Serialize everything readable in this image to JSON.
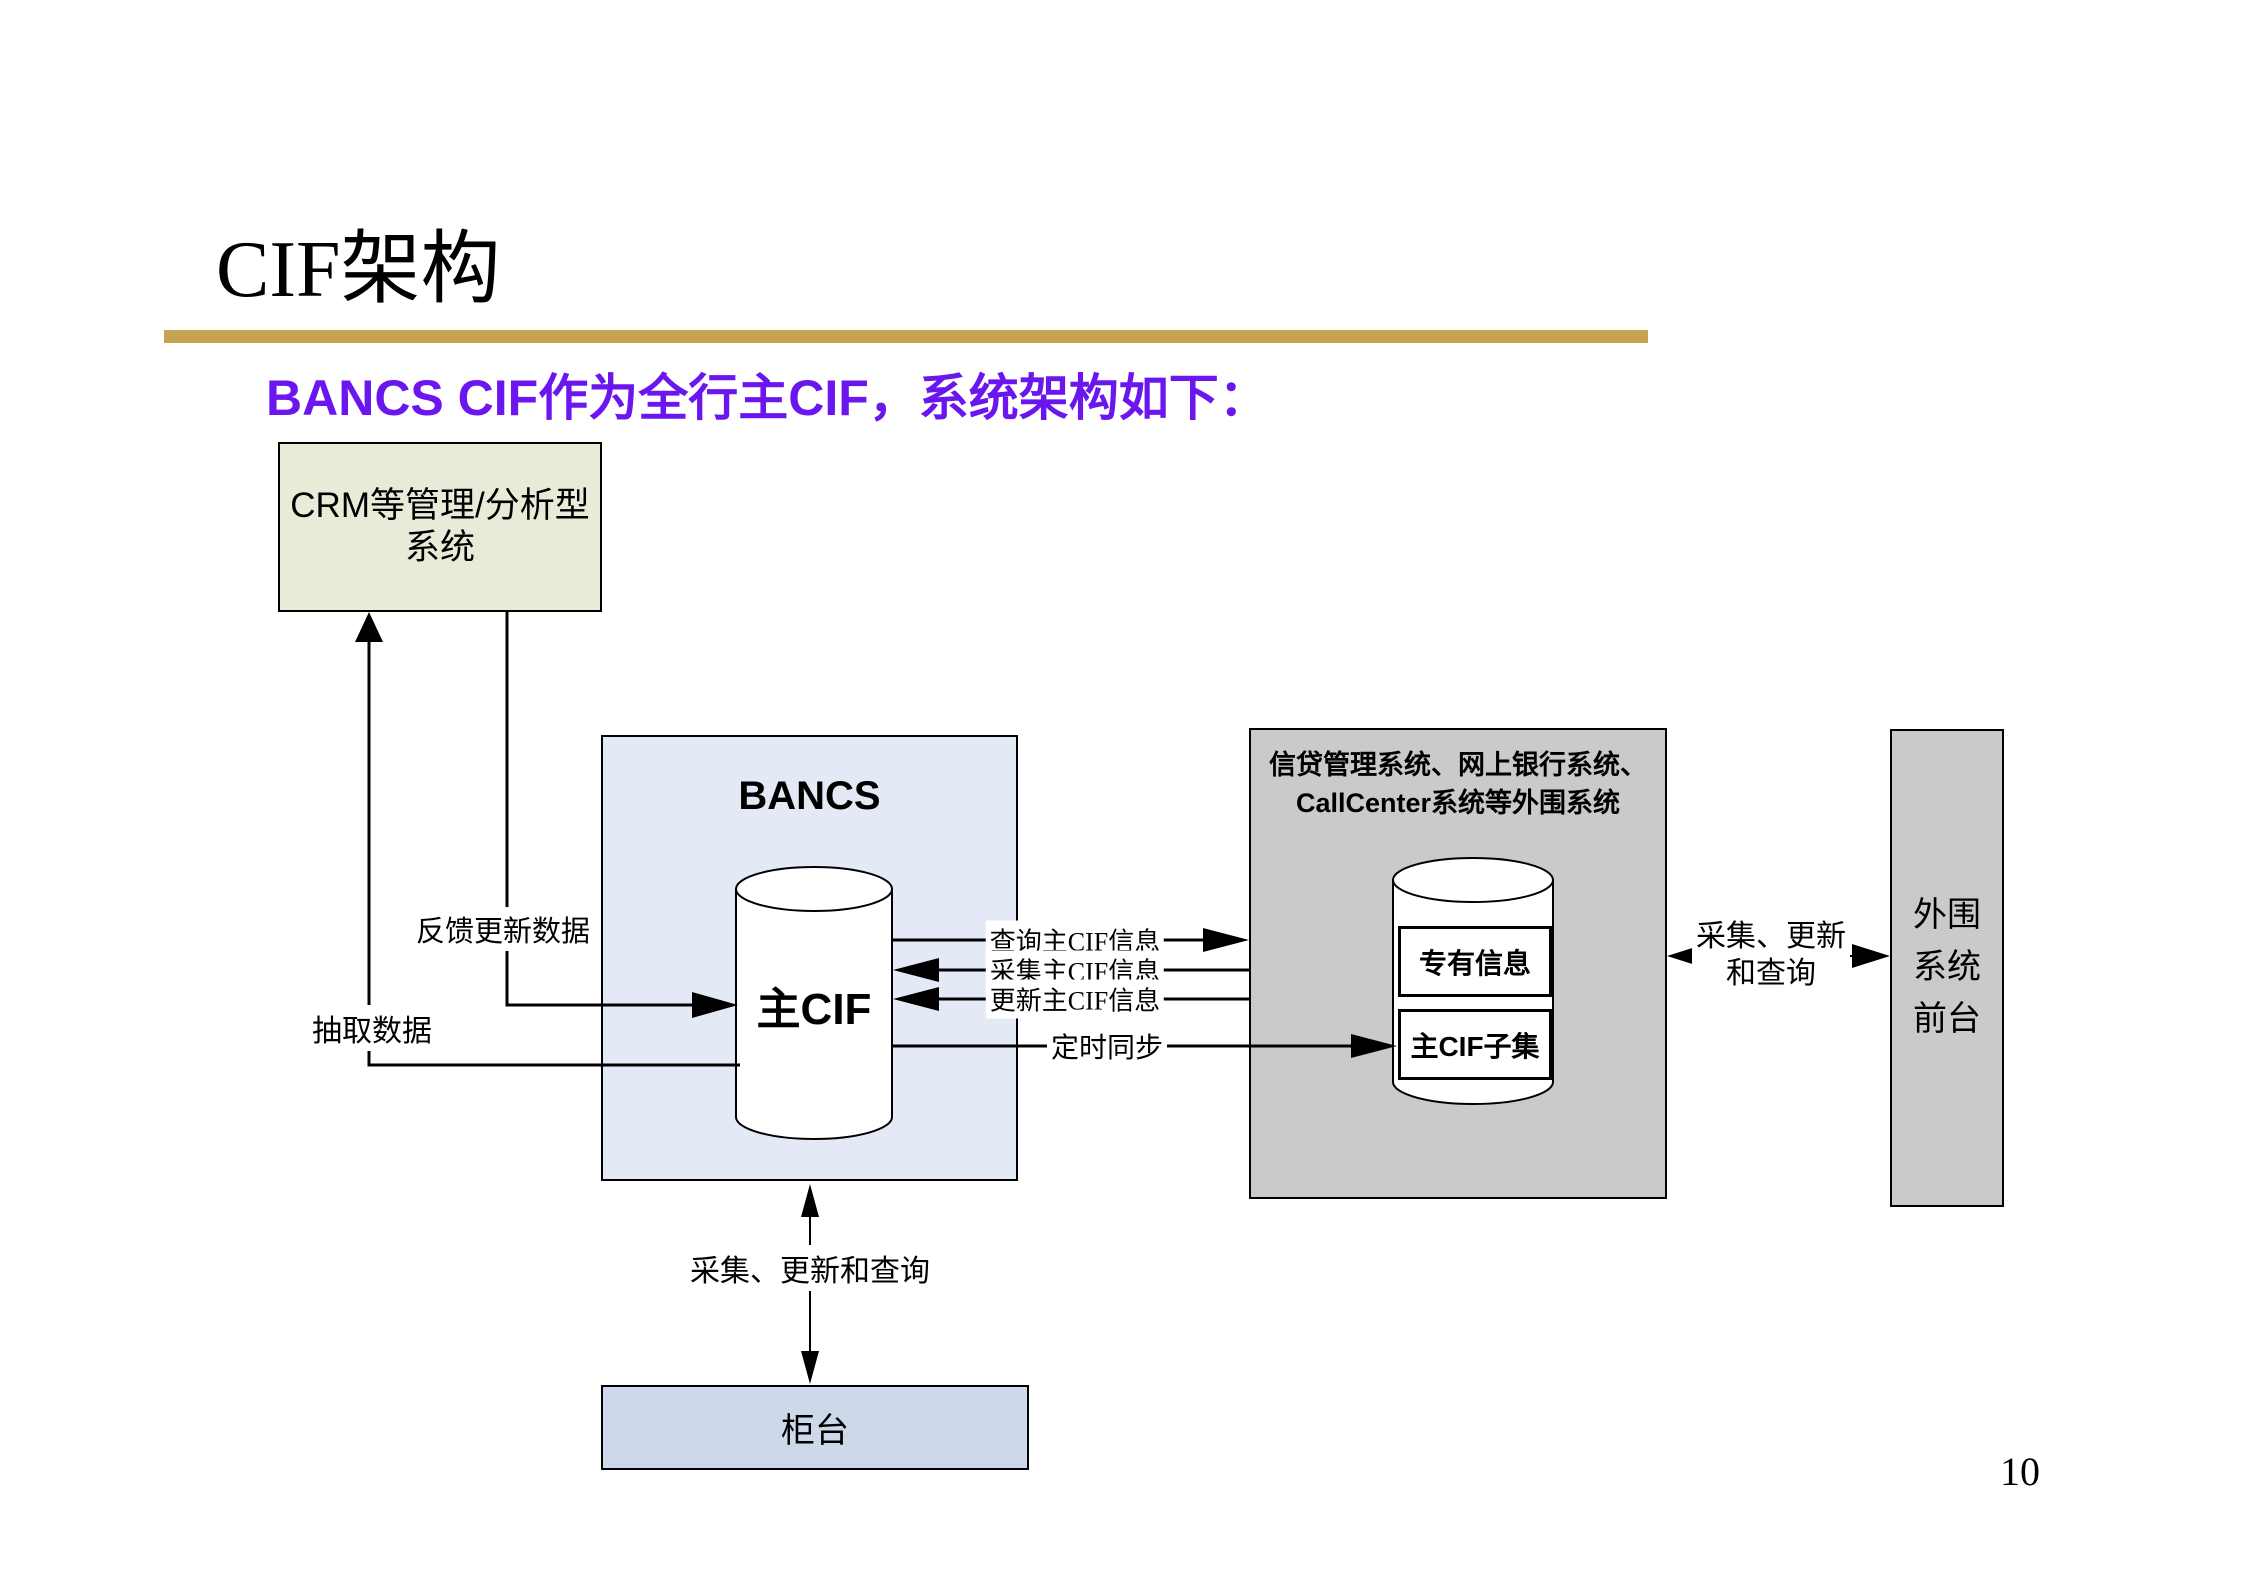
{
  "slide": {
    "title": "CIF架构",
    "subtitle": "BANCS CIF作为全行主CIF，系统架构如下：",
    "page_number": "10"
  },
  "colors": {
    "rule_gold": "#C7A351",
    "subtitle_purple": "#6B16EF",
    "crm_fill": "#E9EBD9",
    "bancs_fill": "#E3EAF5",
    "counter_fill": "#CDD9EB",
    "peripheral_fill": "#C9CAC9",
    "line_color": "#000000"
  },
  "diagram": {
    "crm_box": {
      "line1": "CRM等管理/分析型",
      "line2": "系统"
    },
    "bancs_box": {
      "title": "BANCS",
      "cylinder_label": "主CIF"
    },
    "peripheral_box": {
      "header_line1": "信贷管理系统、网上银行系统、",
      "header_line2": "CallCenter系统等外围系统",
      "private_info_label": "专有信息",
      "cif_subset_label": "主CIF子集"
    },
    "frontend_box": {
      "line1": "外围",
      "line2": "系统",
      "line3": "前台"
    },
    "counter_box": {
      "label": "柜台"
    },
    "edges": {
      "feedback_label": "反馈更新数据",
      "extract_label": "抽取数据",
      "query_label": "查询主CIF信息",
      "collect_label": "采集主CIF信息",
      "update_label": "更新主CIF信息",
      "sync_label": "定时同步",
      "frontend_label_line1": "采集、更新",
      "frontend_label_line2": "和查询",
      "counter_label": "采集、更新和查询"
    }
  }
}
